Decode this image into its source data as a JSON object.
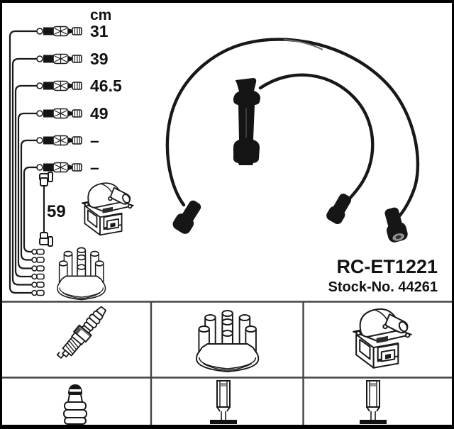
{
  "part_labels": {
    "model": "RC-ET1221",
    "stock": "Stock-No. 44261"
  },
  "length_table": {
    "unit_header": "cm",
    "rows": [
      {
        "length": "31"
      },
      {
        "length": "39"
      },
      {
        "length": "46.5"
      },
      {
        "length": "49"
      },
      {
        "length": "–"
      },
      {
        "length": "–"
      }
    ],
    "coil_lead_length": "59"
  },
  "illustrations": {
    "top_area": [
      "cable-length-schematic",
      "coil-lead-cable",
      "ignition-coil",
      "distributor-cap",
      "ignition-cable-set-photo"
    ],
    "grid_cells": [
      {
        "icon": "spark-plug-icon"
      },
      {
        "icon": "distributor-cap-icon"
      },
      {
        "icon": "ignition-coil-icon"
      },
      {
        "icon": "distributor-cap-terminal-icon"
      },
      {
        "icon": "spark-plug-terminal-icon"
      },
      {
        "icon": "spark-plug-terminal-icon"
      }
    ]
  },
  "colors": {
    "background": "#ffffff",
    "frame": "#000000",
    "ink": "#1a1a1a",
    "grid_line": "#444444"
  }
}
